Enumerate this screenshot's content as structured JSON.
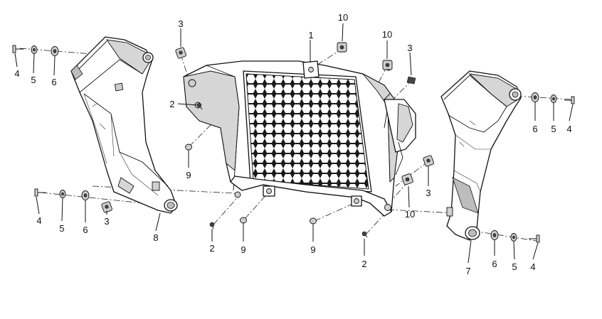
{
  "callouts": [
    {
      "id": "c1",
      "text": "1"
    },
    {
      "id": "c2a",
      "text": "2"
    },
    {
      "id": "c2b",
      "text": "2"
    },
    {
      "id": "c2c",
      "text": "2"
    },
    {
      "id": "c3a",
      "text": "3"
    },
    {
      "id": "c3b",
      "text": "3"
    },
    {
      "id": "c3c",
      "text": "3"
    },
    {
      "id": "c3d",
      "text": "3"
    },
    {
      "id": "c4a",
      "text": "4"
    },
    {
      "id": "c4b",
      "text": "4"
    },
    {
      "id": "c4c",
      "text": "4"
    },
    {
      "id": "c4d",
      "text": "4"
    },
    {
      "id": "c5a",
      "text": "5"
    },
    {
      "id": "c5b",
      "text": "5"
    },
    {
      "id": "c5c",
      "text": "5"
    },
    {
      "id": "c5d",
      "text": "5"
    },
    {
      "id": "c6a",
      "text": "6"
    },
    {
      "id": "c6b",
      "text": "6"
    },
    {
      "id": "c6c",
      "text": "6"
    },
    {
      "id": "c6d",
      "text": "6"
    },
    {
      "id": "c7",
      "text": "7"
    },
    {
      "id": "c8",
      "text": "8"
    },
    {
      "id": "c9a",
      "text": "9"
    },
    {
      "id": "c9b",
      "text": "9"
    },
    {
      "id": "c9c",
      "text": "9"
    },
    {
      "id": "c10a",
      "text": "10"
    },
    {
      "id": "c10b",
      "text": "10"
    },
    {
      "id": "c10c",
      "text": "10"
    }
  ]
}
